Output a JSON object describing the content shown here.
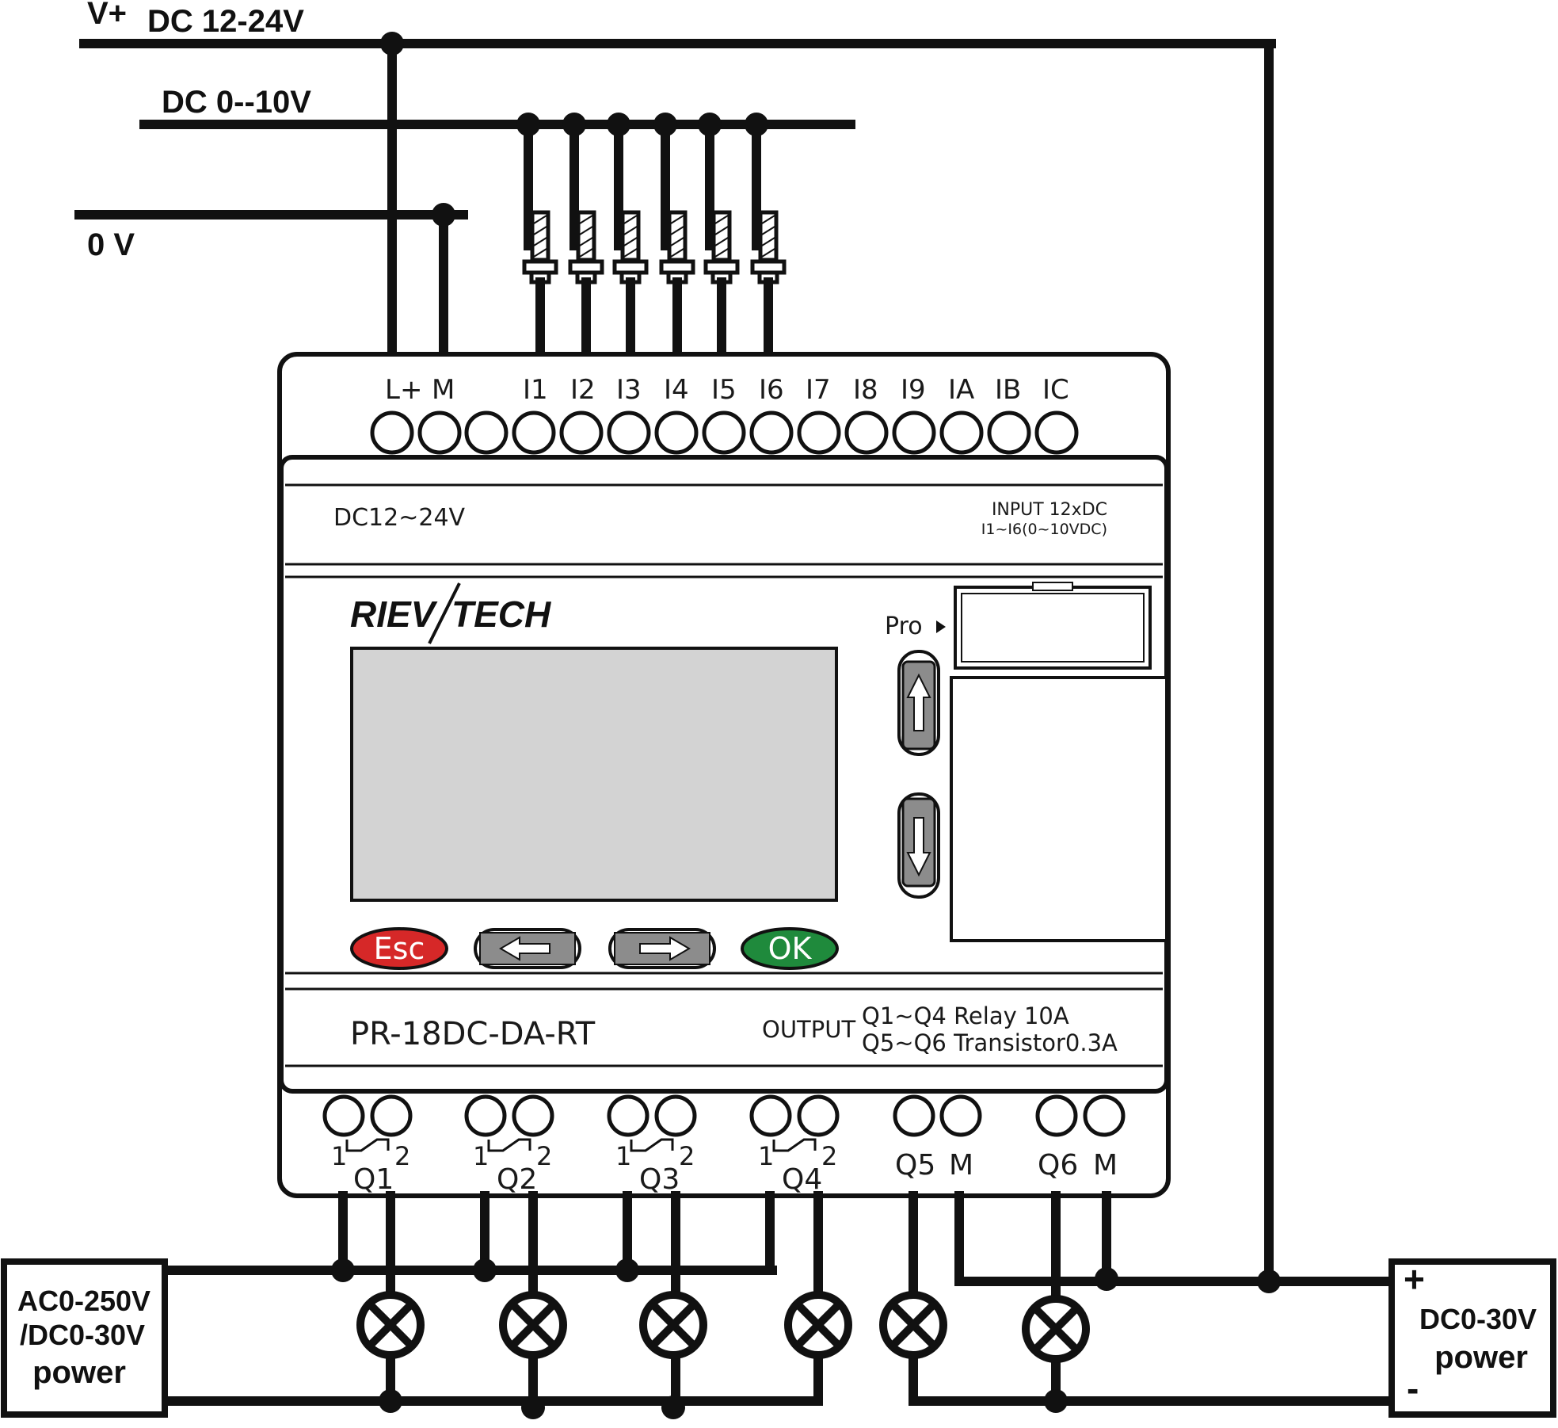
{
  "rails": {
    "vplus": "V+",
    "dc12_24": "DC 12-24V",
    "dc0_10": "DC 0--10V",
    "zero_v": "0 V"
  },
  "terminals_top": [
    "L+",
    "M",
    "I1",
    "I2",
    "I3",
    "I4",
    "I5",
    "I6",
    "I7",
    "I8",
    "I9",
    "IA",
    "IB",
    "IC"
  ],
  "device": {
    "supply": "DC12~24V",
    "input_line1": "INPUT 12xDC",
    "input_line2": "I1~I6(0~10VDC)",
    "brand_left": "RIEV",
    "brand_right": "TECH",
    "pro_label": "Pro",
    "model": "PR-18DC-DA-RT",
    "output_label": "OUTPUT",
    "output_line1": "Q1~Q4 Relay 10A",
    "output_line2": "Q5~Q6 Transistor0.3A"
  },
  "buttons": {
    "esc": "Esc",
    "ok": "OK"
  },
  "outputs": [
    {
      "name": "Q1",
      "pin1": "1",
      "pin2": "2"
    },
    {
      "name": "Q2",
      "pin1": "1",
      "pin2": "2"
    },
    {
      "name": "Q3",
      "pin1": "1",
      "pin2": "2"
    },
    {
      "name": "Q4",
      "pin1": "1",
      "pin2": "2"
    },
    {
      "name": "Q5",
      "pin2": "M"
    },
    {
      "name": "Q6",
      "pin2": "M"
    }
  ],
  "left_supply": {
    "line1": "AC0-250V",
    "line2": "/DC0-30V",
    "line3": "power"
  },
  "right_supply": {
    "plus": "+",
    "line1": "DC0-30V",
    "line2": "power",
    "minus": "-"
  },
  "colors": {
    "esc": "#d62828",
    "ok": "#1f8a3c",
    "arrow": "#8c8c8c",
    "screen": "#d3d3d3"
  }
}
